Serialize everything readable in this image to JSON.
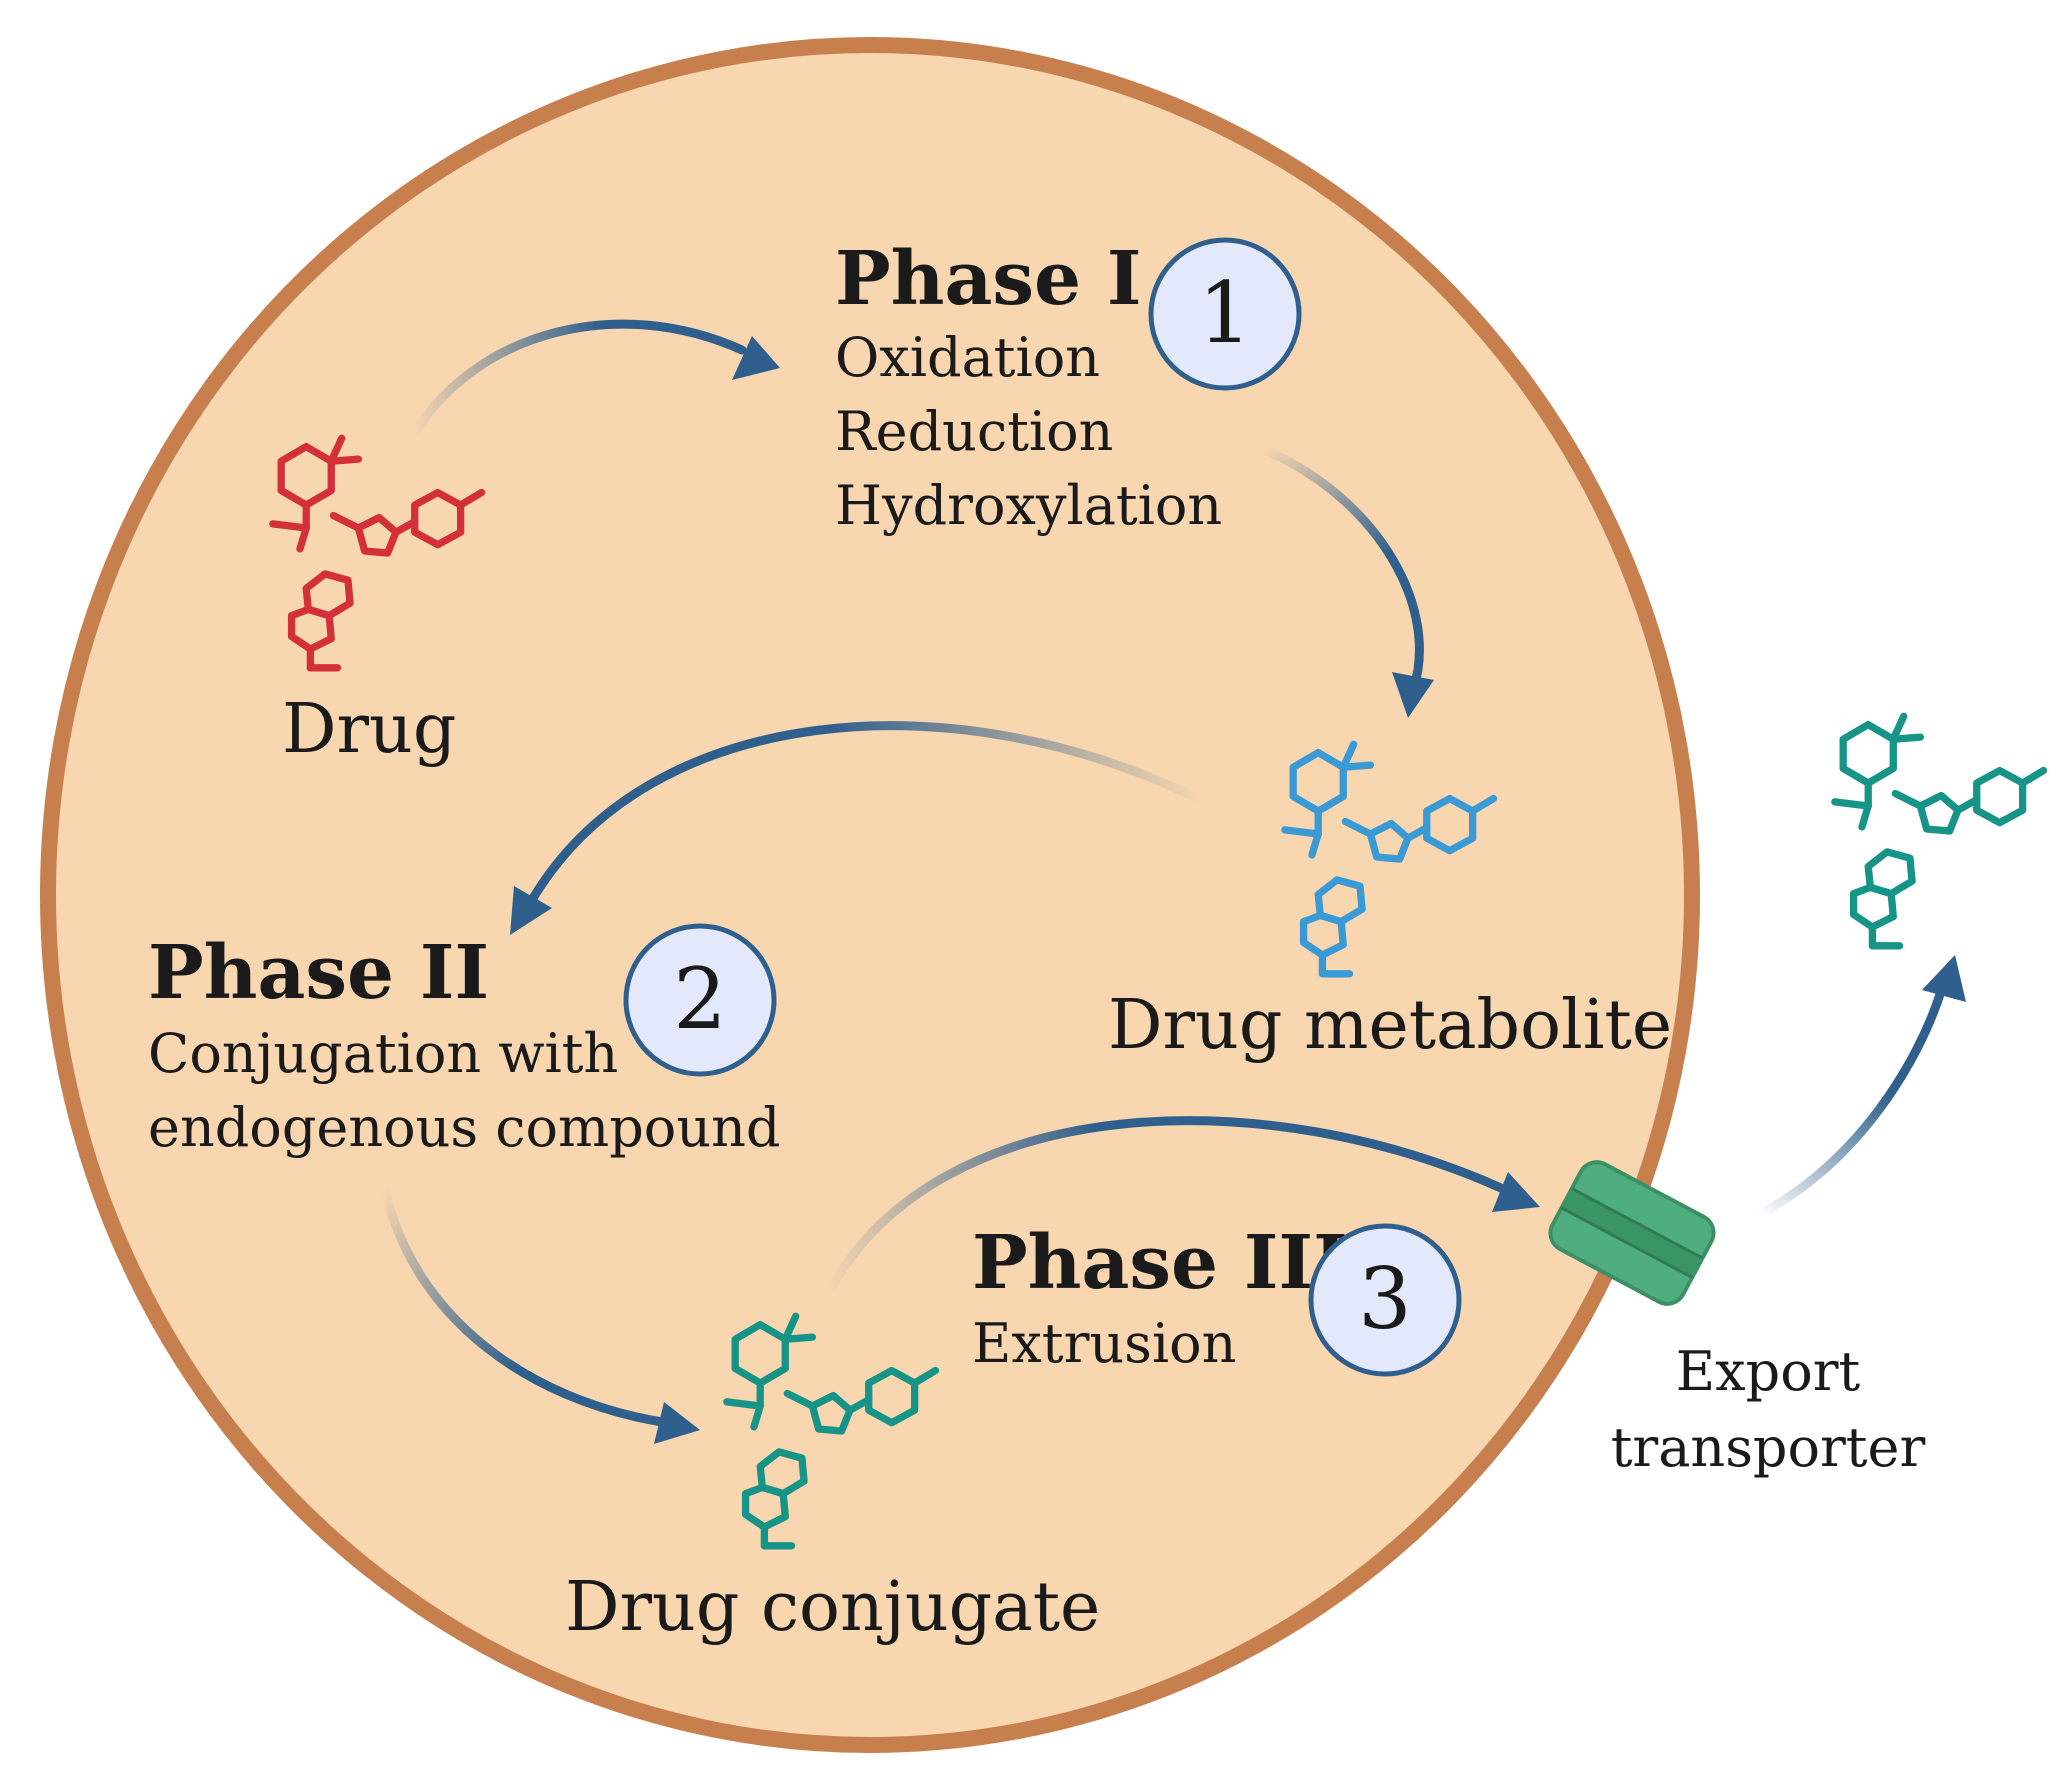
{
  "colors": {
    "cell_fill": "#f7d6b0",
    "cell_border": "#c87f4e",
    "arrow": "#2f5f8c",
    "badge_fill": "#e3e9fb",
    "badge_border": "#2f5f8c",
    "drug": "#d4303a",
    "metabolite": "#3a9ad6",
    "conjugate": "#169488",
    "transporter": "#4fae7e"
  },
  "nodes": {
    "drug": {
      "label": "Drug",
      "icon": "molecule-icon"
    },
    "metabolite": {
      "label": "Drug metabolite",
      "icon": "molecule-icon"
    },
    "conjugate": {
      "label": "Drug conjugate",
      "icon": "molecule-icon"
    },
    "exported": {
      "icon": "molecule-icon"
    },
    "transporter": {
      "line1": "Export",
      "line2": "transporter",
      "icon": "transporter-channel-icon"
    }
  },
  "phases": [
    {
      "number": "1",
      "title": "Phase I",
      "lines": [
        "Oxidation",
        "Reduction",
        "Hydroxylation"
      ]
    },
    {
      "number": "2",
      "title": "Phase II",
      "lines": [
        "Conjugation with",
        "endogenous compound"
      ]
    },
    {
      "number": "3",
      "title": "Phase III",
      "lines": [
        "Extrusion"
      ]
    }
  ]
}
